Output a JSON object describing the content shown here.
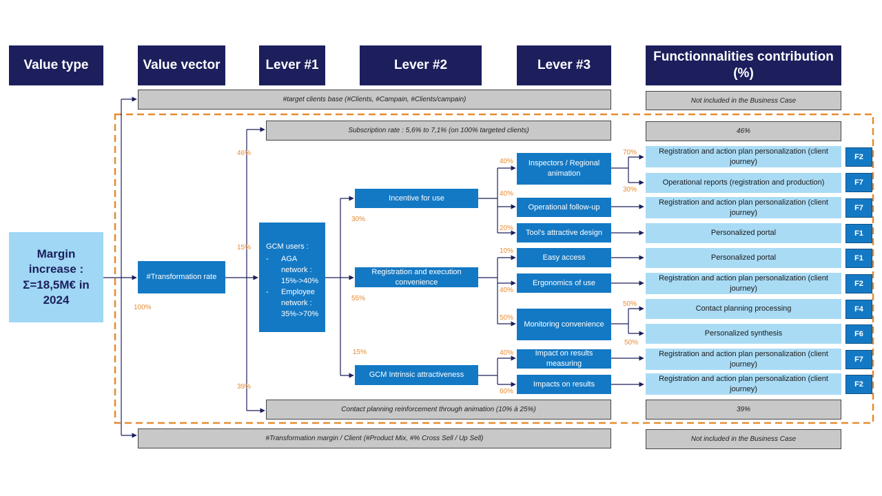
{
  "headers": {
    "value_type": "Value type",
    "value_vector": "Value vector",
    "lever1": "Lever #1",
    "lever2": "Lever #2",
    "lever3": "Lever #3",
    "functionalities": "Functionnalities contribution (%)"
  },
  "gray_bars": {
    "target_clients": "#target clients base (#Clients,  #Campain, #Clients/campain)",
    "not_included_top": "Not included in the Business Case",
    "subscription_rate": "Subscription rate : 5,6% to 7,1% (on 100% targeted clients)",
    "subscription_pct": "46%",
    "contact_planning": "Contact planning reinforcement through animation (10% à 25%)",
    "contact_pct": "39%",
    "transformation_margin": "#Transformation margin / Client (#Product Mix, #% Cross Sell / Up Sell)",
    "not_included_bottom": "Not included in the Business Case"
  },
  "margin": {
    "line1": "Margin",
    "line2": "increase :",
    "line3": "Σ=18,5M€ in",
    "line4": "2024"
  },
  "transformation_rate": "#Transformation rate",
  "gcm_users": {
    "title": "GCM users :",
    "item1": "AGA network : 15%->40%",
    "item2": "Employee network : 35%->70%"
  },
  "lever2": {
    "incentive": "Incentive for use",
    "registration": "Registration and execution convenience",
    "intrinsic": "GCM Intrinsic attractiveness"
  },
  "lever3": {
    "inspectors": "Inspectors / Regional animation",
    "operational": "Operational follow-up",
    "tools": "Tool's attractive design",
    "easy": "Easy access",
    "ergonomics": "Ergonomics of use",
    "monitoring": "Monitoring convenience",
    "impact_measuring": "Impact on results measuring",
    "impacts": "Impacts on results"
  },
  "functionalities": [
    {
      "label": "Registration and action plan personalization (client journey)",
      "tag": "F2"
    },
    {
      "label": "Operational reports (registration and production)",
      "tag": "F7"
    },
    {
      "label": "Registration and action plan personalization (client journey)",
      "tag": "F7"
    },
    {
      "label": "Personalized portal",
      "tag": "F1"
    },
    {
      "label": "Personalized portal",
      "tag": "F1"
    },
    {
      "label": "Registration and action plan personalization (client journey)",
      "tag": "F2"
    },
    {
      "label": "Contact planning processing",
      "tag": "F4"
    },
    {
      "label": "Personalized synthesis",
      "tag": "F6"
    },
    {
      "label": "Registration and action plan personalization (client journey)",
      "tag": "F7"
    },
    {
      "label": "Registration and action plan personalization (client journey)",
      "tag": "F2"
    }
  ],
  "percentages": {
    "p46": "46%",
    "p15": "15%",
    "p39": "39%",
    "p100": "100%",
    "p30": "30%",
    "p55": "55%",
    "p15b": "15%",
    "i40a": "40%",
    "i40b": "40%",
    "i20": "20%",
    "r10": "10%",
    "r40": "40%",
    "r50": "50%",
    "g40": "40%",
    "g60": "60%",
    "f70": "70%",
    "f30": "30%",
    "m50a": "50%",
    "m50b": "50%"
  },
  "colors": {
    "header_navy": "#1c1f5c",
    "box_blue": "#1479c4",
    "light_blue": "#a9dbf5",
    "gray": "#c8c8c8",
    "orange": "#e78b2f"
  }
}
